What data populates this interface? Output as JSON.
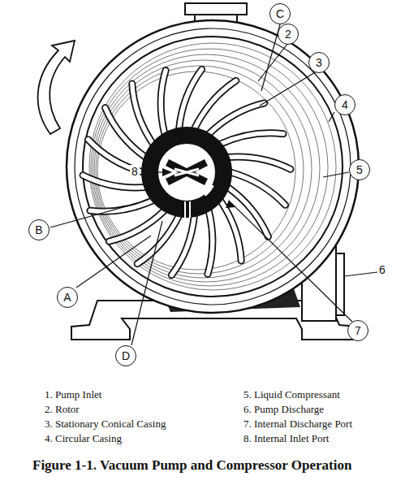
{
  "diagram": {
    "caption": "Figure 1-1. Vacuum Pump and Compressor Operation",
    "labels": [
      "C",
      "2",
      "3",
      "4",
      "5",
      "6",
      "7",
      "8",
      "B",
      "A",
      "D",
      "1. Pump Inlet",
      "2. Rotor",
      "3. Stationary Conical Casing",
      "4. Circular Casing",
      "5. Liquid Compressant",
      "6. Pump Discharge",
      "7. Internal Discharge Port",
      "8. Internal Inlet Port"
    ]
  }
}
